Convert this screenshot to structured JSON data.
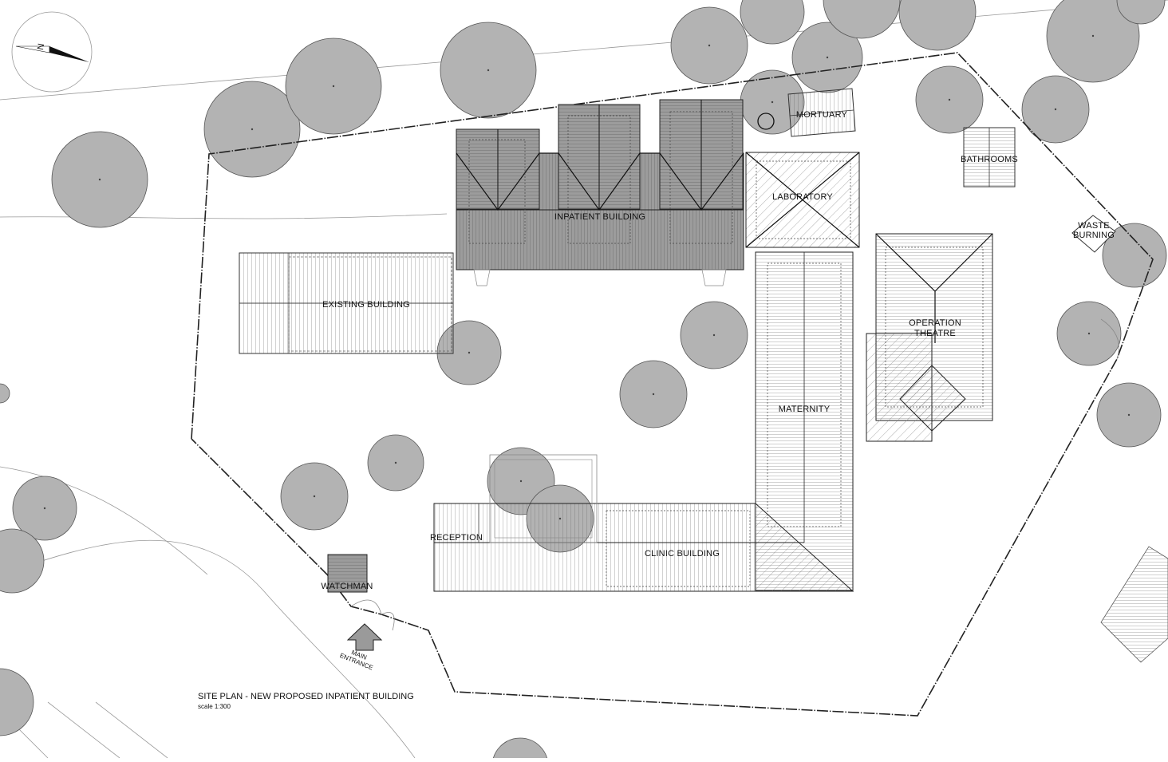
{
  "drawing": {
    "title": "SITE PLAN - NEW PROPOSED INPATIENT BUILDING",
    "scale": "scale 1:300",
    "north_label": "N",
    "entrance_label_1": "MAIN",
    "entrance_label_2": "ENTRANCE"
  },
  "buildings": {
    "inpatient": "INPATIENT BUILDING",
    "existing": "EXISTING BUILDING",
    "laboratory": "LABORATORY",
    "mortuary": "MORTUARY",
    "bathrooms": "BATHROOMS",
    "waste_1": "WASTE",
    "waste_2": "BURNING",
    "operation_1": "OPERATION",
    "operation_2": "THEATRE",
    "maternity": "MATERNITY",
    "reception": "RECEPTION",
    "clinic": "CLINIC BUILDING",
    "watchman": "WATCHMAN"
  },
  "colors": {
    "tree_fill": "#b3b3b3",
    "roof_dark": "#9a9a9a",
    "line": "#222222"
  }
}
